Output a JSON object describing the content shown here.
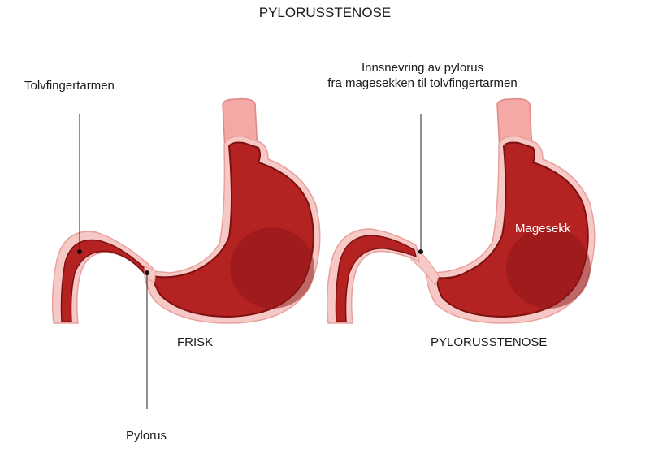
{
  "title": "PYLORUSSTENOSE",
  "labels": {
    "duodenum": "Tolvfingertarmen",
    "narrowing_line1": "Innsnevring av pylorus",
    "narrowing_line2": "fra magesekken til tolvfingertarmen",
    "healthy": "FRISK",
    "pylorus": "Pylorus",
    "stenosis": "PYLORUSSTENOSE",
    "stomach": "Magesekk"
  },
  "colors": {
    "wall": "#b31b1b",
    "inner": "#a52a2a",
    "lining_dark": "#7d1010",
    "outer_pink": "#f2b8b5",
    "esophagus": "#f4a9a6",
    "leader_line": "#222222"
  }
}
